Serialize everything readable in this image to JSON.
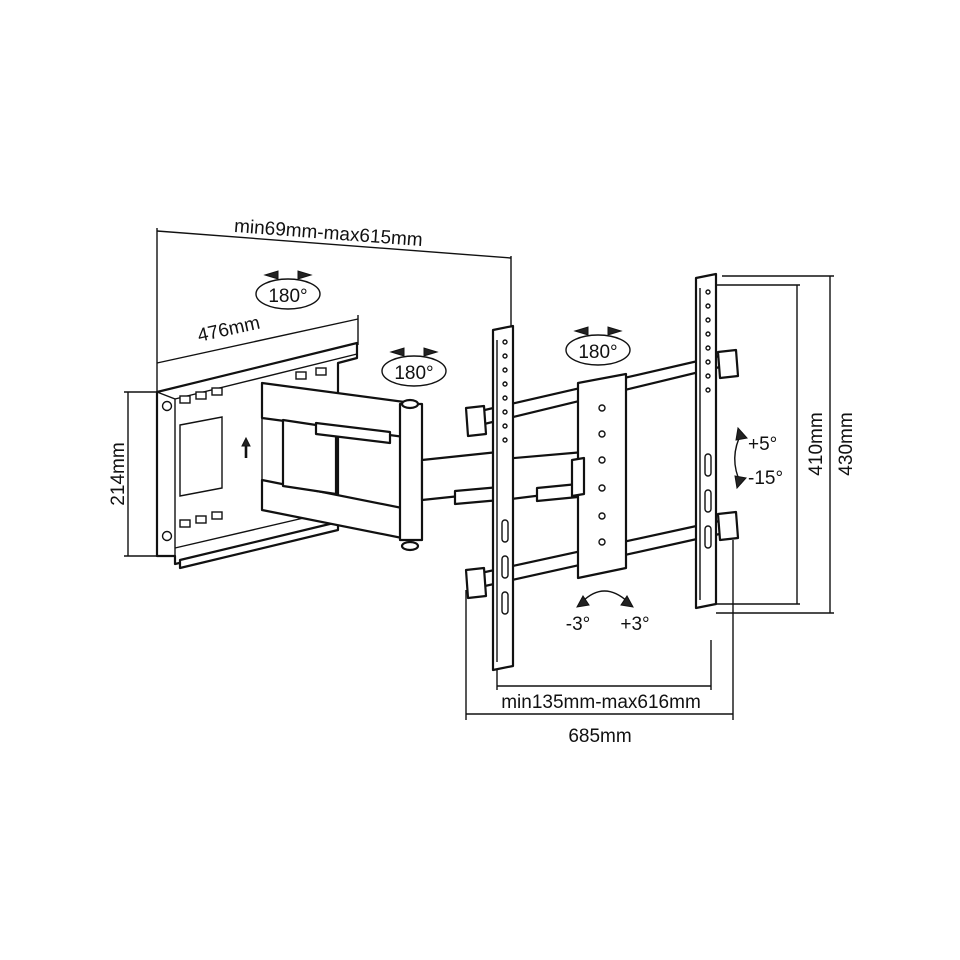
{
  "dimensions": {
    "arm_extension": "min69mm-max615mm",
    "wall_plate_width": "476mm",
    "wall_plate_height": "214mm",
    "bracket_spacing": "min135mm-max616mm",
    "overall_width": "685mm",
    "vesa_inner_height": "410mm",
    "overall_height": "430mm"
  },
  "rotations": {
    "swivel_left": "180°",
    "swivel_mid": "180°",
    "swivel_right": "180°",
    "tilt_up": "+5°",
    "tilt_down": "-15°",
    "level_minus": "-3°",
    "level_plus": "+3°"
  }
}
